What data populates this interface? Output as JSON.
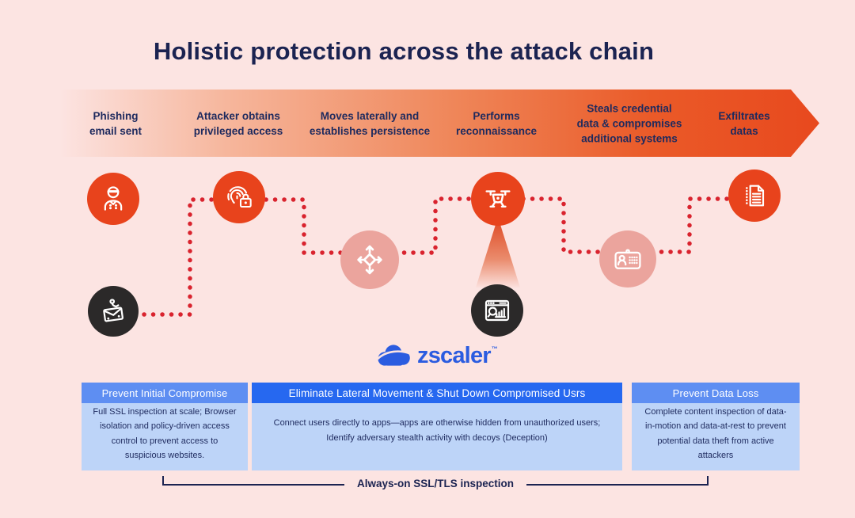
{
  "title": "Holistic protection across the attack chain",
  "colors": {
    "background": "#fce4e2",
    "navy_text": "#1b2351",
    "arrow_gradient_start": "#fce4e2",
    "arrow_gradient_end": "#e8491e",
    "dotted_path": "#d9232e",
    "node_red": "#e8431c",
    "node_salmon": "#eba49d",
    "node_dark": "#2b2929",
    "zscaler_blue": "#2b5ce0",
    "card_header_light": "#5e8ef2",
    "card_header_dark": "#2668f0",
    "card_body": "#bdd4f8"
  },
  "banner": {
    "stages": [
      {
        "label": "Phishing\nemail sent"
      },
      {
        "label": "Attacker obtains\nprivileged access"
      },
      {
        "label": "Moves laterally and\nestablishes persistence"
      },
      {
        "label": "Performs\nreconnaissance"
      },
      {
        "label": "Steals credential\ndata & compromises\nadditional systems"
      },
      {
        "label": "Exfiltrates\ndatas"
      }
    ]
  },
  "icons": [
    {
      "name": "hacker-icon",
      "circle_color": "#e8431c"
    },
    {
      "name": "phishing-email-icon",
      "circle_color": "#2b2929"
    },
    {
      "name": "fingerprint-lock-icon",
      "circle_color": "#e8431c"
    },
    {
      "name": "lateral-movement-icon",
      "circle_color": "#eba49d"
    },
    {
      "name": "drone-icon",
      "circle_color": "#e8431c"
    },
    {
      "name": "recon-analytics-icon",
      "circle_color": "#2b2929"
    },
    {
      "name": "id-badge-icon",
      "circle_color": "#eba49d"
    },
    {
      "name": "exfiltration-documents-icon",
      "circle_color": "#e8431c"
    }
  ],
  "logo": {
    "brand": "zscaler",
    "trademark": "™"
  },
  "cards": [
    {
      "header": "Prevent Initial Compromise",
      "body": "Full SSL inspection at scale; Browser isolation and policy-driven access control to prevent access to suspicious websites."
    },
    {
      "header": "Eliminate Lateral Movement & Shut Down Compromised Usrs",
      "body": "Connect users directly to apps—apps are otherwise hidden from unauthorized users; Identify adversary stealth activity with decoys (Deception)"
    },
    {
      "header": "Prevent Data Loss",
      "body": "Complete content inspection of data-in-motion and data-at-rest to prevent potential data theft from active attackers"
    }
  ],
  "footer": {
    "label": "Always-on SSL/TLS inspection"
  }
}
